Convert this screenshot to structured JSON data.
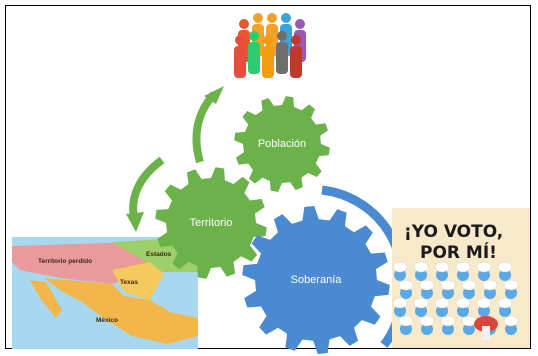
{
  "gears": [
    {
      "id": "poblacion",
      "label": "Población",
      "color": "#6bb24a"
    },
    {
      "id": "territorio",
      "label": "Territorio",
      "color": "#6bb24a"
    },
    {
      "id": "soberania",
      "label": "Soberanía",
      "color": "#4a8ad0"
    }
  ],
  "arrows": {
    "green": "#6bb24a",
    "blue": "#4a8ad0"
  },
  "map": {
    "labels": {
      "territorio_perdido": "Territorio perdido",
      "estados_unidos": "Estados",
      "texas": "Texas",
      "mexico": "México"
    }
  },
  "comic": {
    "title_line1": "¡YO VOTO,",
    "title_line2": "POR MÍ!"
  },
  "people_colors": [
    "#e6572a",
    "#f2a12a",
    "#f2a12a",
    "#3aa4d8",
    "#9b59b6",
    "#e74c3c",
    "#2ecc71",
    "#f39c12",
    "#6e6e6e",
    "#c0392b"
  ]
}
